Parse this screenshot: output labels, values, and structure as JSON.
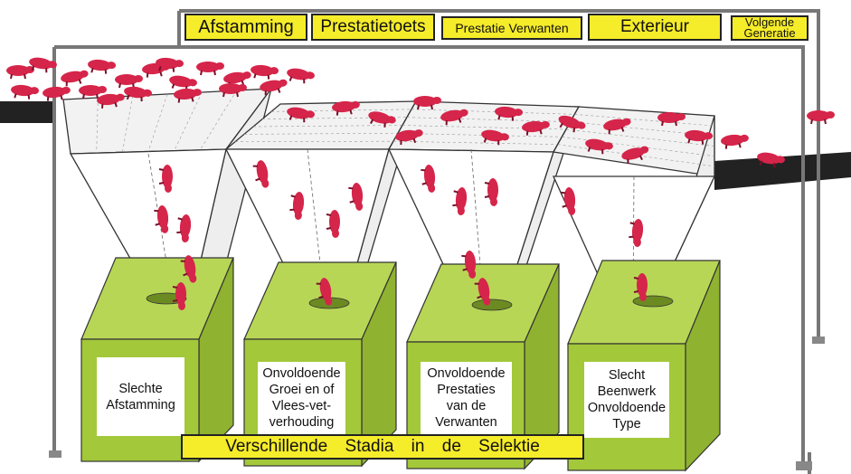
{
  "top_signs": [
    {
      "label": "Afstamming"
    },
    {
      "label": "Prestatietoets"
    },
    {
      "label": "Prestatie Verwanten"
    },
    {
      "label": "Exterieur"
    },
    {
      "label_line1": "Volgende",
      "label_line2": "Generatie"
    }
  ],
  "boxes": [
    {
      "text": "Slechte\nAfstamming"
    },
    {
      "text": "Onvoldoende\nGroei en of\nVlees-vet-\nverhouding"
    },
    {
      "text": "Onvoldoende\nPrestaties\nvan de\nVerwanten"
    },
    {
      "text": "Slecht\nBeenwerk\nOnvoldoende\nType"
    }
  ],
  "banner": {
    "text": "Verschillende Stadia in de Selektie"
  },
  "colors": {
    "green": "#a3c83a",
    "sign_yellow": "#f5ec2a",
    "pig_red": "#d6254a",
    "frame_grey": "#888888"
  }
}
